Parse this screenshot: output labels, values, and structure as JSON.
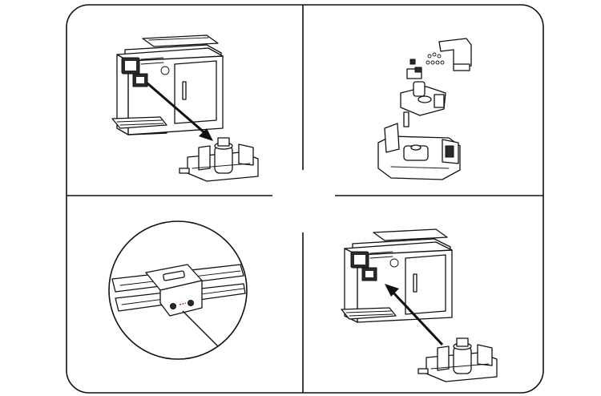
{
  "figure": {
    "panels": [
      {
        "id": "top-left",
        "content": "coffee-machine-with-brewing-unit-removal"
      },
      {
        "id": "top-right",
        "content": "brewing-unit-exploded-view"
      },
      {
        "id": "bottom-left",
        "content": "magnified-latch-detail"
      },
      {
        "id": "bottom-right",
        "content": "coffee-machine-with-brewing-unit-insertion"
      }
    ],
    "colors": {
      "line": "#111111",
      "background": "#ffffff",
      "accent": "#cc0000"
    }
  }
}
